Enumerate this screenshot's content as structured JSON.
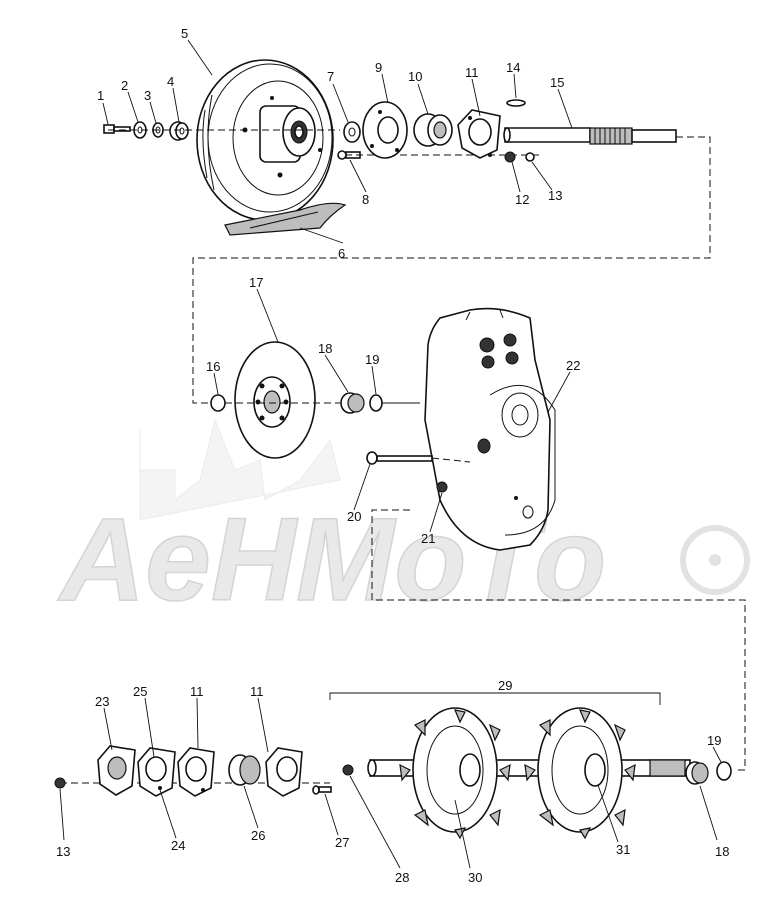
{
  "watermark": {
    "text": "AeHMoTo"
  },
  "callouts": [
    "1",
    "2",
    "3",
    "4",
    "5",
    "6",
    "7",
    "8",
    "9",
    "10",
    "11",
    "12",
    "13",
    "14",
    "15",
    "16",
    "17",
    "18",
    "19",
    "20",
    "21",
    "22",
    "11",
    "11",
    "13",
    "18",
    "19",
    "23",
    "24",
    "25",
    "26",
    "27",
    "28",
    "29",
    "30",
    "31"
  ]
}
